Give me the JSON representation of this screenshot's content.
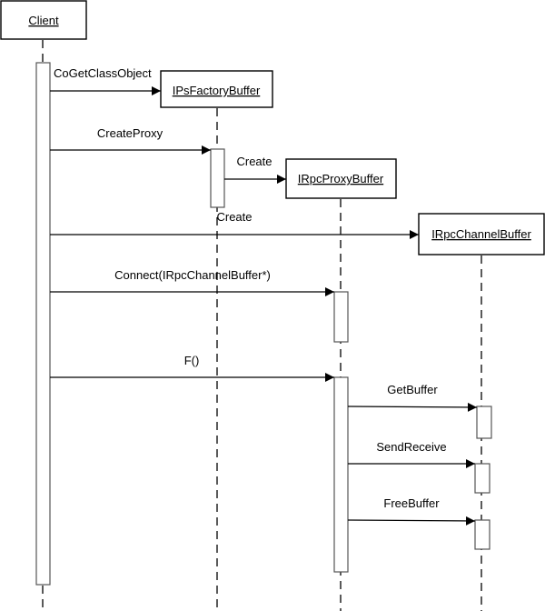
{
  "diagram": {
    "type": "UML sequence diagram",
    "participants": [
      {
        "id": "client",
        "label": "Client"
      },
      {
        "id": "factory",
        "label": "IPsFactoryBuffer"
      },
      {
        "id": "proxy",
        "label": "IRpcProxyBuffer"
      },
      {
        "id": "channel",
        "label": "IRpcChannelBuffer"
      }
    ],
    "messages": [
      {
        "id": "m1",
        "from": "client",
        "to": "factory",
        "label": "CoGetClassObject"
      },
      {
        "id": "m2",
        "from": "client",
        "to": "factory",
        "label": "CreateProxy"
      },
      {
        "id": "m3",
        "from": "factory",
        "to": "proxy",
        "label": "Create"
      },
      {
        "id": "m4",
        "from": "client",
        "to": "channel",
        "label": "Create"
      },
      {
        "id": "m5",
        "from": "client",
        "to": "proxy",
        "label": "Connect(IRpcChannelBuffer*)"
      },
      {
        "id": "m6",
        "from": "client",
        "to": "proxy",
        "label": "F()"
      },
      {
        "id": "m7",
        "from": "proxy",
        "to": "channel",
        "label": "GetBuffer"
      },
      {
        "id": "m8",
        "from": "proxy",
        "to": "channel",
        "label": "SendReceive"
      },
      {
        "id": "m9",
        "from": "proxy",
        "to": "channel",
        "label": "FreeBuffer"
      }
    ]
  }
}
